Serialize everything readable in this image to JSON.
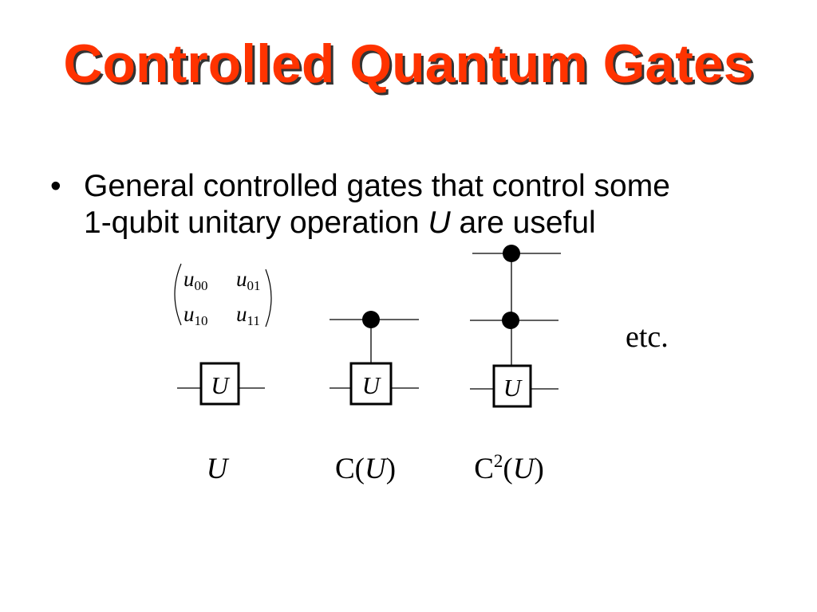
{
  "colors": {
    "title": "#ff3300",
    "title_shadow": "#333333",
    "text": "#000000"
  },
  "slide": {
    "title": "Controlled Quantum Gates"
  },
  "bullet": {
    "marker": "•",
    "line1": "General controlled gates that control some",
    "line2_pre": "1-qubit unitary operation ",
    "line2_var": "U",
    "line2_post": " are useful"
  },
  "matrix": {
    "rows": [
      [
        {
          "var": "u",
          "sub": "00"
        },
        {
          "var": "u",
          "sub": "01"
        }
      ],
      [
        {
          "var": "u",
          "sub": "10"
        },
        {
          "var": "u",
          "sub": "11"
        }
      ]
    ]
  },
  "circuits": [
    {
      "controls": 0,
      "gate_label": "U",
      "caption": {
        "var": "U"
      }
    },
    {
      "controls": 1,
      "gate_label": "U",
      "caption": {
        "prefix": "C",
        "open": "(",
        "var": "U",
        "close": ")"
      }
    },
    {
      "controls": 2,
      "gate_label": "U",
      "caption": {
        "prefix": "C",
        "sup": "2",
        "open": "(",
        "var": "U",
        "close": ")"
      }
    }
  ],
  "etc_label": "etc."
}
